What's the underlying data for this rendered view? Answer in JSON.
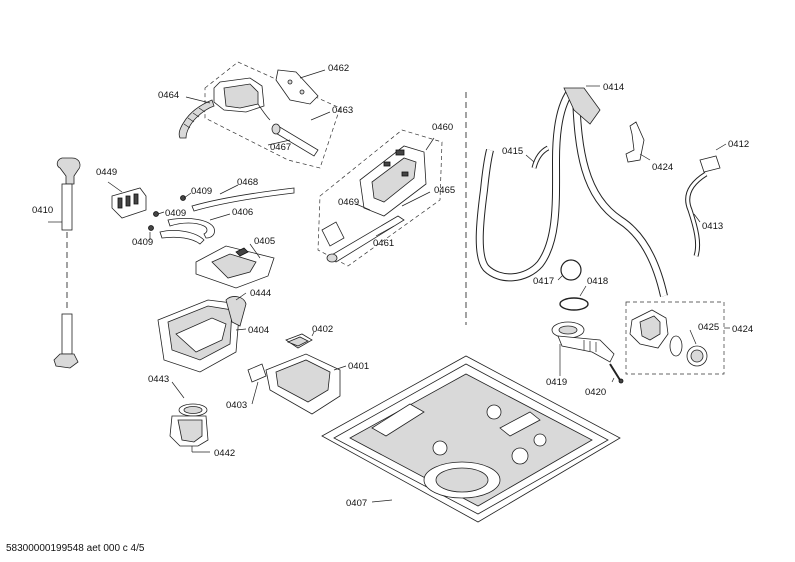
{
  "footer": {
    "text": "58300000199548 aet 000 c 4/5"
  },
  "labels": {
    "p0462": "0462",
    "p0464": "0464",
    "p0463": "0463",
    "p0467": "0467",
    "p0460": "0460",
    "p0449": "0449",
    "p0410": "0410",
    "p0409a": "0409",
    "p0468": "0468",
    "p0409b": "0409",
    "p0406": "0406",
    "p0409c": "0409",
    "p0469": "0469",
    "p0465": "0465",
    "p0461": "0461",
    "p0405": "0405",
    "p0444": "0444",
    "p0404": "0404",
    "p0402": "0402",
    "p0443": "0443",
    "p0401": "0401",
    "p0403": "0403",
    "p0442": "0442",
    "p0407": "0407",
    "p0414": "0414",
    "p0415": "0415",
    "p0424a": "0424",
    "p0412": "0412",
    "p0413": "0413",
    "p0417": "0417",
    "p0418": "0418",
    "p0425": "0425",
    "p0424b": "0424",
    "p0419": "0419",
    "p0420": "0420"
  }
}
